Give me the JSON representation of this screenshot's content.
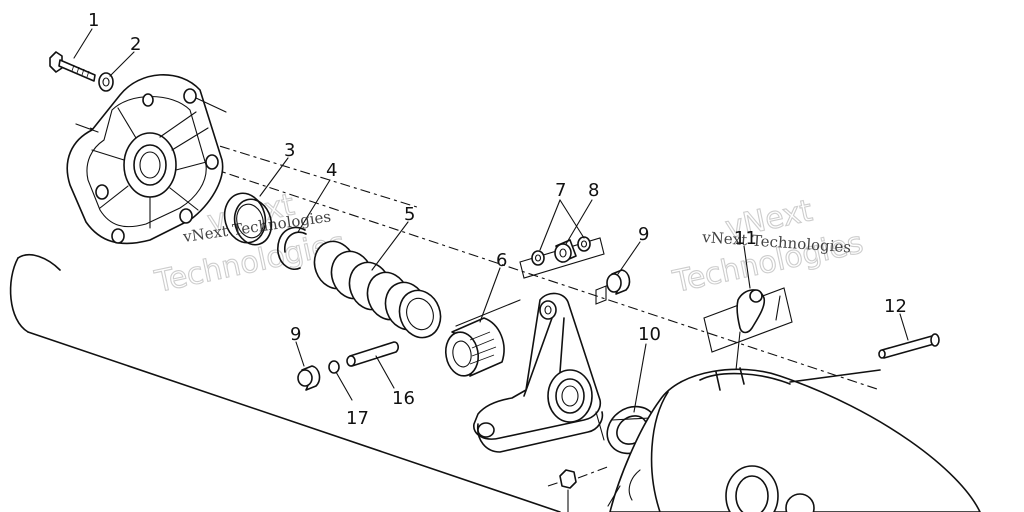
{
  "diagram": {
    "callouts": [
      "1",
      "2",
      "3",
      "4",
      "5",
      "6",
      "7",
      "8",
      "9",
      "9",
      "10",
      "11",
      "12",
      "16",
      "17"
    ],
    "watermark": {
      "text_small": "vNext Technologies",
      "text_big_1": "vNext",
      "text_big_2": "Technologies"
    }
  }
}
